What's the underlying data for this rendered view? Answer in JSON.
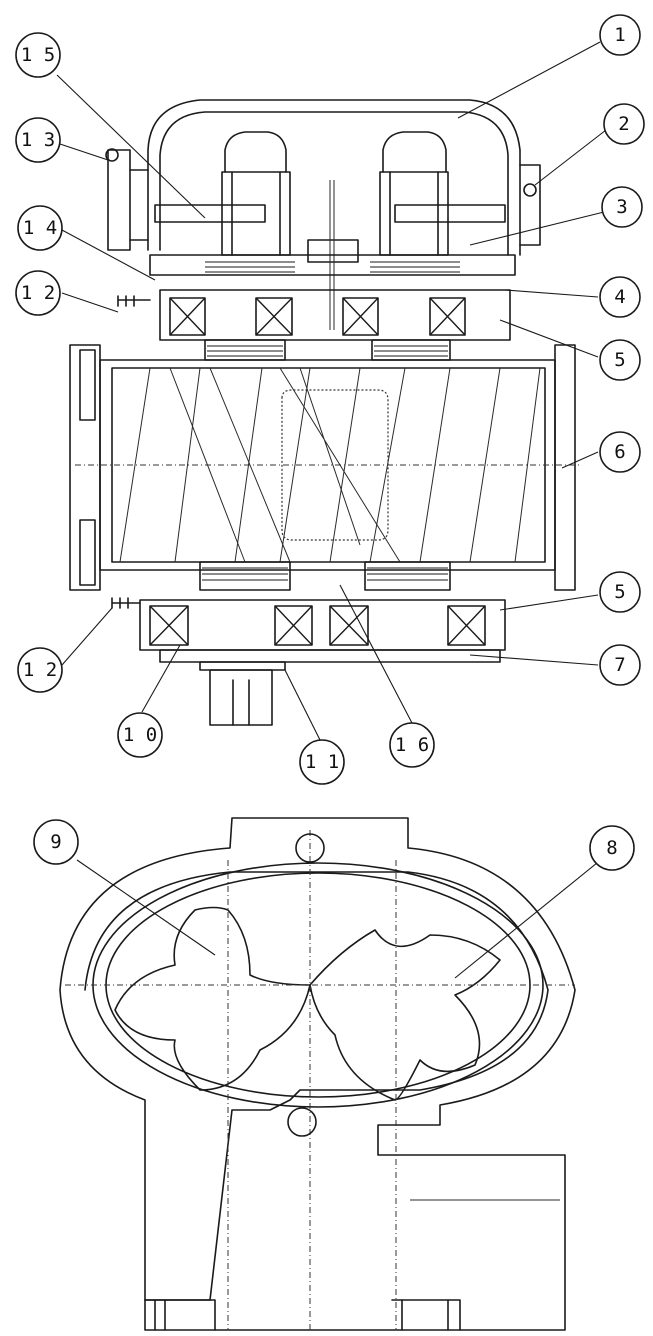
{
  "callouts": [
    {
      "id": "c1",
      "label": "1"
    },
    {
      "id": "c2",
      "label": "2"
    },
    {
      "id": "c3",
      "label": "3"
    },
    {
      "id": "c4",
      "label": "4"
    },
    {
      "id": "c5a",
      "label": "5"
    },
    {
      "id": "c6",
      "label": "6"
    },
    {
      "id": "c5b",
      "label": "5"
    },
    {
      "id": "c7",
      "label": "7"
    },
    {
      "id": "c15",
      "label": "1 5"
    },
    {
      "id": "c13",
      "label": "1 3"
    },
    {
      "id": "c14",
      "label": "1 4"
    },
    {
      "id": "c12a",
      "label": "1 2"
    },
    {
      "id": "c12b",
      "label": "1 2"
    },
    {
      "id": "c10",
      "label": "1 0"
    },
    {
      "id": "c11",
      "label": "1 1"
    },
    {
      "id": "c16",
      "label": "1 6"
    },
    {
      "id": "c9",
      "label": "9"
    },
    {
      "id": "c8",
      "label": "8"
    }
  ]
}
